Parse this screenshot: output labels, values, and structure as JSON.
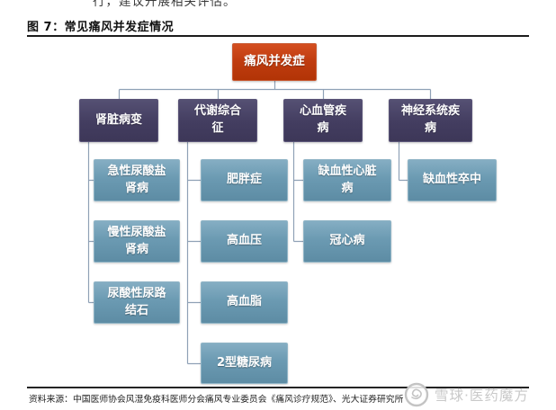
{
  "figure": {
    "clipped_top_text": "行，建议开展相关评估。",
    "title": "图 7：常见痛风并发症情况",
    "source": "资料来源：中国医师协会风湿免疫科医师分会痛风专业委员会《痛风诊疗规范》、光大证券研究所",
    "watermark_text": "雪球·医药魔方"
  },
  "tree": {
    "root": "痛风并发症",
    "branches": [
      {
        "label": "肾脏病变",
        "children": [
          "急性尿酸盐肾病",
          "慢性尿酸盐肾病",
          "尿酸性尿路结石"
        ]
      },
      {
        "label": "代谢综合征",
        "children": [
          "肥胖症",
          "高血压",
          "高血脂",
          "2型糖尿病"
        ]
      },
      {
        "label": "心血管疾病",
        "children": [
          "缺血性心脏病",
          "冠心病"
        ]
      },
      {
        "label": "神经系统疾病",
        "children": [
          "缺血性卒中"
        ]
      }
    ]
  },
  "colors": {
    "root_box": "#c03c10",
    "branch_box": "#433d60",
    "leaf_box": "#6b9ab2",
    "connector": "#8fa1b6",
    "rule": "#1c1c1c",
    "watermark": "#c9c9c9"
  }
}
